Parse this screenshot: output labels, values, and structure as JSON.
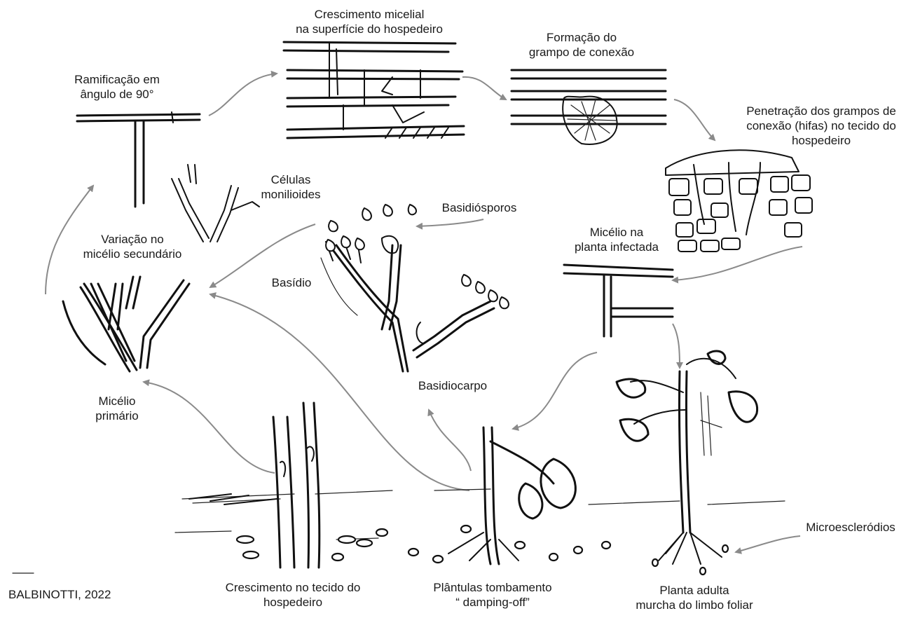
{
  "labels": {
    "crescimento_micelial": "Crescimento micelial\nna superfície do hospedeiro",
    "formacao_grampo": "Formação do\ngrampo de conexão",
    "penetracao": "Penetração dos grampos de\nconexão (hifas) no tecido do\nhospedeiro",
    "ramificacao": "Ramificação em\nângulo de 90°",
    "celulas_monilioides": "Células\nmonilioides",
    "basidiosporos": "Basidiósporos",
    "micelio_planta": "Micélio na\nplanta infectada",
    "variacao_micelio": "Variação no\nmicélio secundário",
    "basidio": "Basídio",
    "basidiocarpo": "Basidiocarpo",
    "micelio_primario": "Micélio\nprimário",
    "microesclerodios": "Microescleródios",
    "crescimento_tecido": "Crescimento no tecido do\nhospedeiro",
    "plantulas": "Plântulas tombamento\n“ damping-off”",
    "planta_adulta": "Planta adulta\nmurcha do limbo foliar",
    "credit": "BALBINOTTI, 2022"
  },
  "colors": {
    "ink": "#111111",
    "arrow": "#8a8a8a",
    "background": "#ffffff"
  }
}
